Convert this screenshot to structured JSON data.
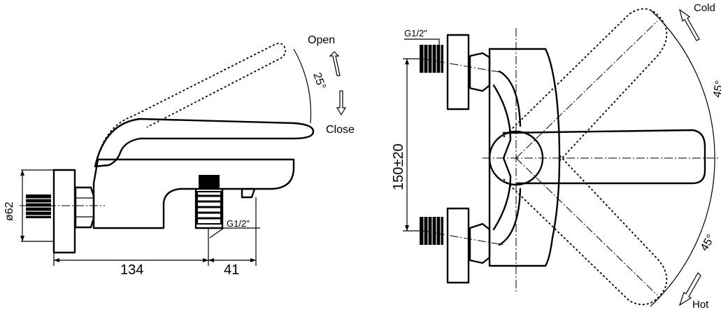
{
  "side_view": {
    "diameter_label": "ø62",
    "dim_left": "134",
    "dim_right": "41",
    "thread_label": "G1/2\"",
    "open_label": "Open",
    "close_label": "Close",
    "angle_label": "25°"
  },
  "top_view": {
    "thread_label": "G1/2\"",
    "height_label": "150±20",
    "cold_label": "Cold",
    "hot_label": "Hot",
    "angle_upper": "45°",
    "angle_lower": "45°"
  }
}
